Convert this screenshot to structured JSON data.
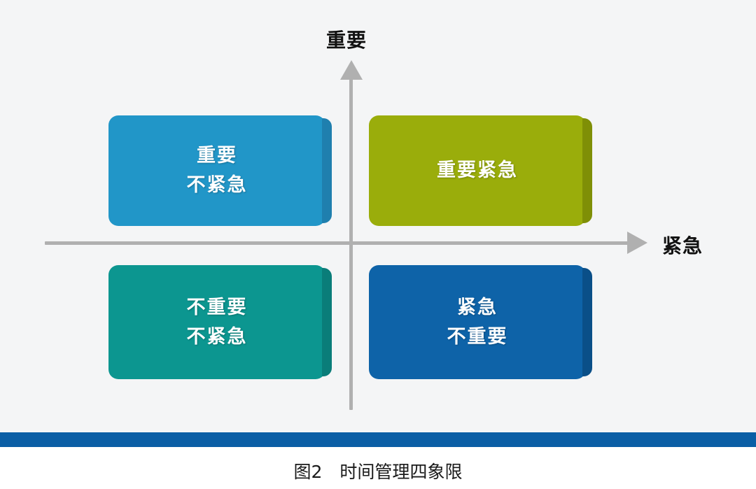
{
  "figure": {
    "caption": "图2　时间管理四象限",
    "background_color": "#f4f5f6",
    "accent_bar_color": "#0b5ea5"
  },
  "axes": {
    "y_label": "重要",
    "x_label": "紧急",
    "line_color": "#b0b0b0",
    "y_arrow_icon": "arrow-up-icon",
    "x_arrow_icon": "arrow-right-icon"
  },
  "chart_data": {
    "type": "diagram",
    "title": "图2　时间管理四象限",
    "xlabel": "紧急",
    "ylabel": "重要",
    "quadrants": [
      {
        "id": "top-left",
        "position": "important-not-urgent",
        "lines": [
          "重要",
          "不紧急"
        ],
        "color": "#2196c8",
        "shadow_color": "#1f7fae"
      },
      {
        "id": "top-right",
        "position": "important-urgent",
        "lines": [
          "重要紧急"
        ],
        "color": "#9aad0b",
        "shadow_color": "#7f8f06"
      },
      {
        "id": "bottom-left",
        "position": "not-important-not-urgent",
        "lines": [
          "不重要",
          "不紧急"
        ],
        "color": "#0c9690",
        "shadow_color": "#0a7d79"
      },
      {
        "id": "bottom-right",
        "position": "urgent-not-important",
        "lines": [
          "紧急",
          "不重要"
        ],
        "color": "#0e63a8",
        "shadow_color": "#0a4f88"
      }
    ]
  }
}
